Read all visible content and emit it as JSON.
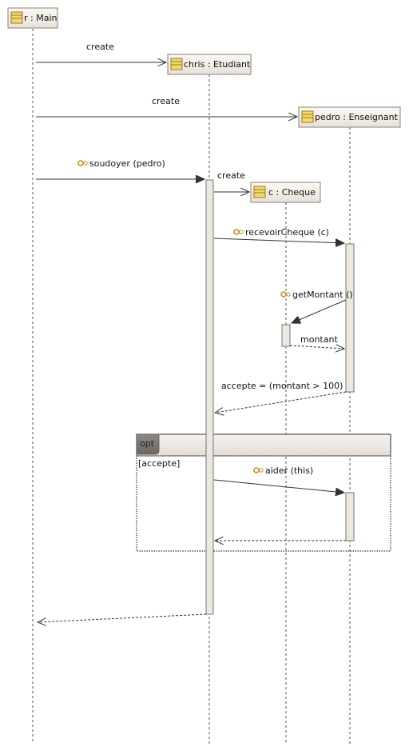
{
  "lifelines": {
    "main": "r : Main",
    "chris": "chris : Etudiant",
    "pedro": "pedro : Enseignant",
    "cheque": "c : Cheque"
  },
  "messages": {
    "create_chris": "create",
    "create_pedro": "create",
    "soudoyer": "soudoyer (pedro)",
    "create_cheque": "create",
    "recevoir": "recevoirCheque (c)",
    "getmontant": "getMontant ()",
    "montant": "montant",
    "accepte_return": "accepte = (montant > 100)",
    "aider": "aider (this)"
  },
  "fragment": {
    "operator": "opt",
    "guard": "[accepte]"
  },
  "colors": {
    "header_bg": "#f3efe8",
    "header_border": "#8a8378",
    "activation_bg": "#ece7e1",
    "frame_tab": "#7a7570",
    "frame_header": "#e8e4de",
    "icon_bg": "#f5d86a",
    "op_icon": "#c8901e"
  }
}
